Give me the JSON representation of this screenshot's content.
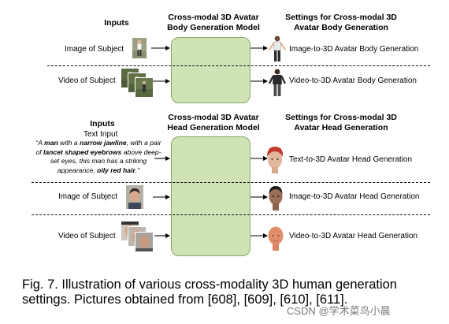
{
  "body_section": {
    "inputs_header": "Inputs",
    "model_header_line1": "Cross-modal 3D Avatar",
    "model_header_line2": "Body Generation Model",
    "settings_header_line1": "Settings for Cross-modal 3D",
    "settings_header_line2": "Avatar Body Generation",
    "rows": [
      {
        "input": "Image of Subject",
        "output": "Image-to-3D Avatar Body Generation"
      },
      {
        "input": "Video of Subject",
        "output": "Video-to-3D Avatar Body Generation"
      }
    ]
  },
  "head_section": {
    "inputs_header": "Inputs",
    "text_input_label": "Text Input",
    "quote_parts": [
      "“A ",
      "man",
      " with a ",
      "narrow jawline",
      ", with a pair of ",
      "lancet shaped eyebrows",
      " above deep-set eyes, this man has a striking appearance, ",
      "oily red hair",
      ".”"
    ],
    "model_header_line1": "Cross-modal 3D Avatar",
    "model_header_line2": "Head Generation Model",
    "settings_header_line1": "Settings for Cross-modal 3D",
    "settings_header_line2": "Avatar Head Generation",
    "rows": [
      {
        "input": "",
        "output": "Text-to-3D Avatar Head Generation"
      },
      {
        "input": "Image of Subject",
        "output": "Image-to-3D Avatar Head Generation"
      },
      {
        "input": "Video of Subject",
        "output": "Video-to-3D Avatar Head Generation"
      }
    ]
  },
  "caption": {
    "line1": "Fig. 7.  Illustration of various cross-modality 3D human generation",
    "line2": "settings. Pictures obtained from [608], [609], [610], [611]."
  },
  "watermark": "CSDN @学术菜鸟小晨"
}
